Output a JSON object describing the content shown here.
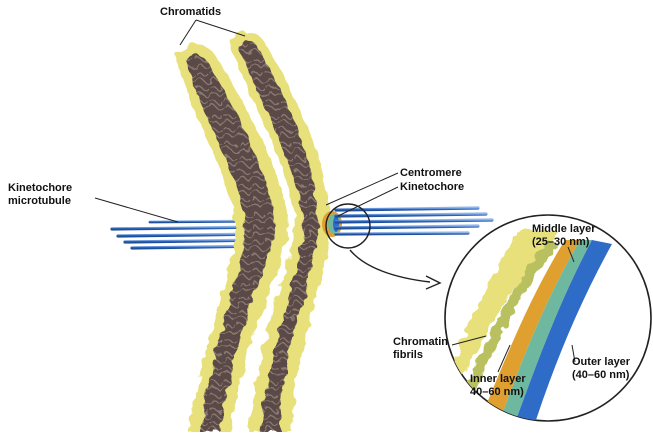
{
  "labels": {
    "chromatids": "Chromatids",
    "centromere": "Centromere",
    "kinetochore": "Kinetochore",
    "kinetochore_microtubule_1": "Kinetochore",
    "kinetochore_microtubule_2": "microtubule",
    "middle_layer_1": "Middle layer",
    "middle_layer_2": "(25–30 nm)",
    "chromatin_fibrils_1": "Chromatin",
    "chromatin_fibrils_2": "fibrils",
    "inner_layer_1": "Inner layer",
    "inner_layer_2": "40–60 nm)",
    "outer_layer_1": "Outer layer",
    "outer_layer_2": "(40–60 nm)"
  },
  "colors": {
    "chromatin_dark": "#4a3b38",
    "chromatin_yellow": "#e8e07a",
    "microtubule": "#3a73c9",
    "inner_layer": "#e0a030",
    "middle_layer": "#6fb8a0",
    "outer_layer": "#2f6cc8"
  }
}
